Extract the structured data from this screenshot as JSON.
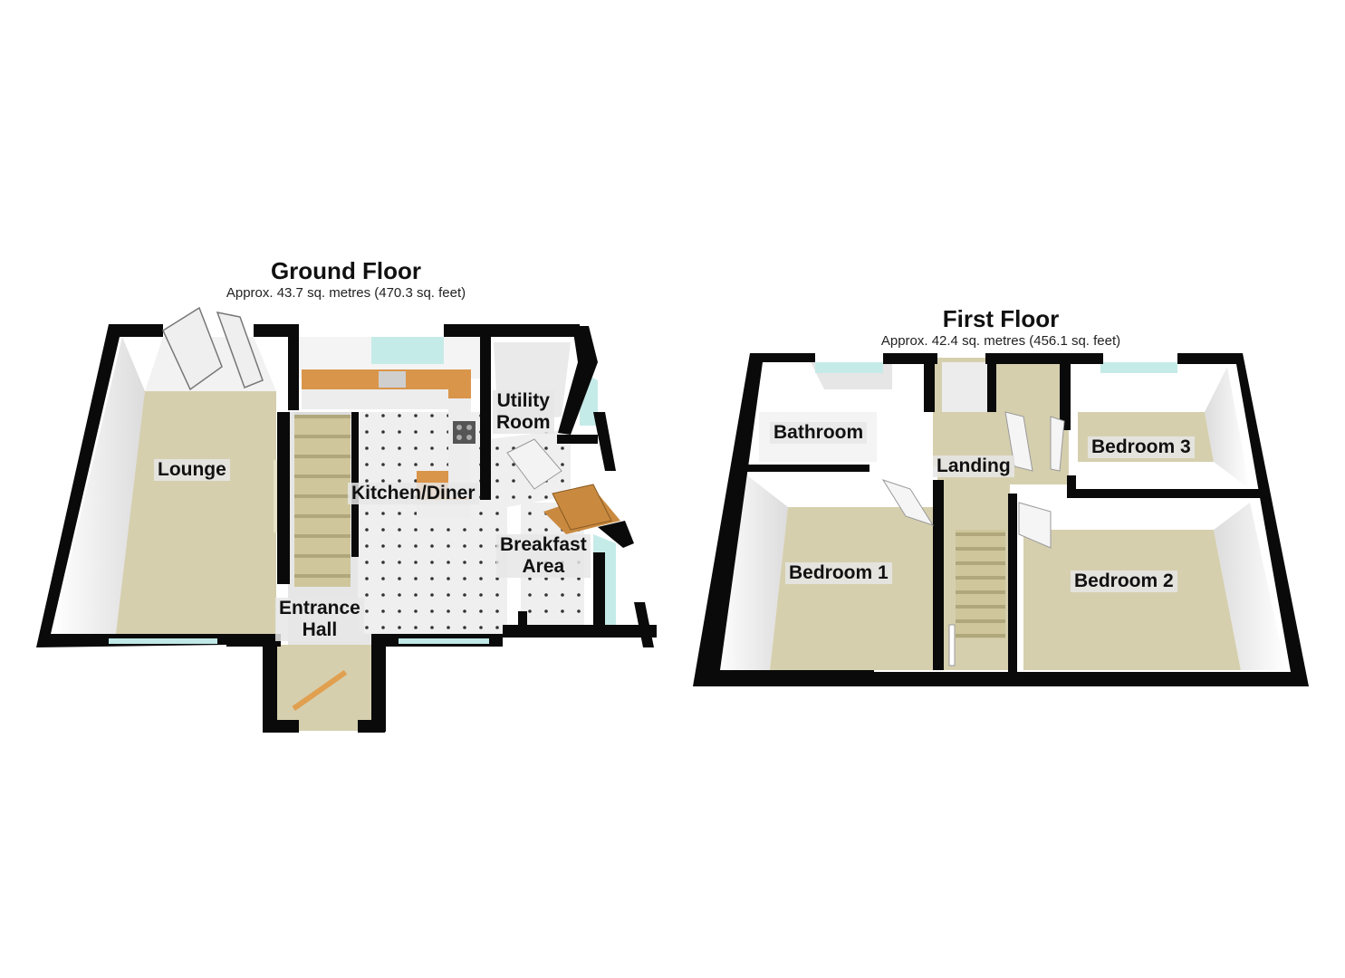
{
  "ground_floor": {
    "title": "Ground Floor",
    "area": "Approx. 43.7 sq. metres (470.3 sq. feet)",
    "rooms": {
      "lounge": "Lounge",
      "kitchen": "Kitchen/Diner",
      "utility_line1": "Utility",
      "utility_line2": "Room",
      "breakfast_line1": "Breakfast",
      "breakfast_line2": "Area",
      "entrance_line1": "Entrance",
      "entrance_line2": "Hall"
    }
  },
  "first_floor": {
    "title": "First Floor",
    "area": "Approx. 42.4 sq. metres (456.1 sq. feet)",
    "rooms": {
      "bathroom": "Bathroom",
      "landing": "Landing",
      "bedroom1": "Bedroom 1",
      "bedroom2": "Bedroom 2",
      "bedroom3": "Bedroom 3"
    }
  },
  "colors": {
    "wall": "#0a0a0a",
    "carpet": "#d6cfae",
    "tile": "#eeeeee",
    "worktop": "#d9954a",
    "stairs": "#cdc49a",
    "window": "#bfe8e6"
  }
}
